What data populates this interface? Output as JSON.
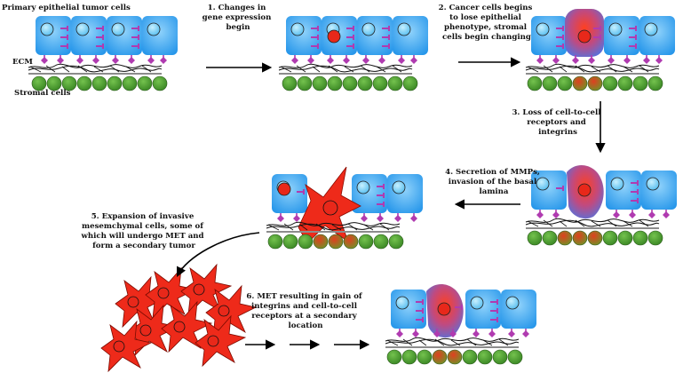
{
  "labels": {
    "primary": "Primary epithelial tumor cells",
    "ecm": "ECM",
    "stromal": "Stromal cells"
  },
  "steps": {
    "s1": [
      "1. Changes in",
      "gene expression",
      "begin"
    ],
    "s2": [
      "2. Cancer cells begins",
      "to lose epithelial",
      "phenotype, stromal",
      "cells begin changing"
    ],
    "s3": [
      "3. Loss of cell-to-cell",
      "receptors and",
      "integrins"
    ],
    "s4": [
      "4. Secretion of MMPs,",
      "invasion of the basal",
      "lamina"
    ],
    "s5": [
      "5. Expansion of invasive",
      "mesemchymal cells, some of",
      "which will undergo MET and",
      "form a secondary tumor"
    ],
    "s6": [
      "6. MET resulting in gain of",
      "integrins and cell-to-cell",
      "receptors at a secondary",
      "location"
    ]
  },
  "colors": {
    "epithelial_cell": "#3aa6ee",
    "nucleus": "#7fd3f7",
    "cancer_nucleus": "#e8281a",
    "receptor": "#b03bb0",
    "stroma": "#5aa63a",
    "mesenchymal": "#ee2a1a",
    "arrow": "#000000"
  }
}
